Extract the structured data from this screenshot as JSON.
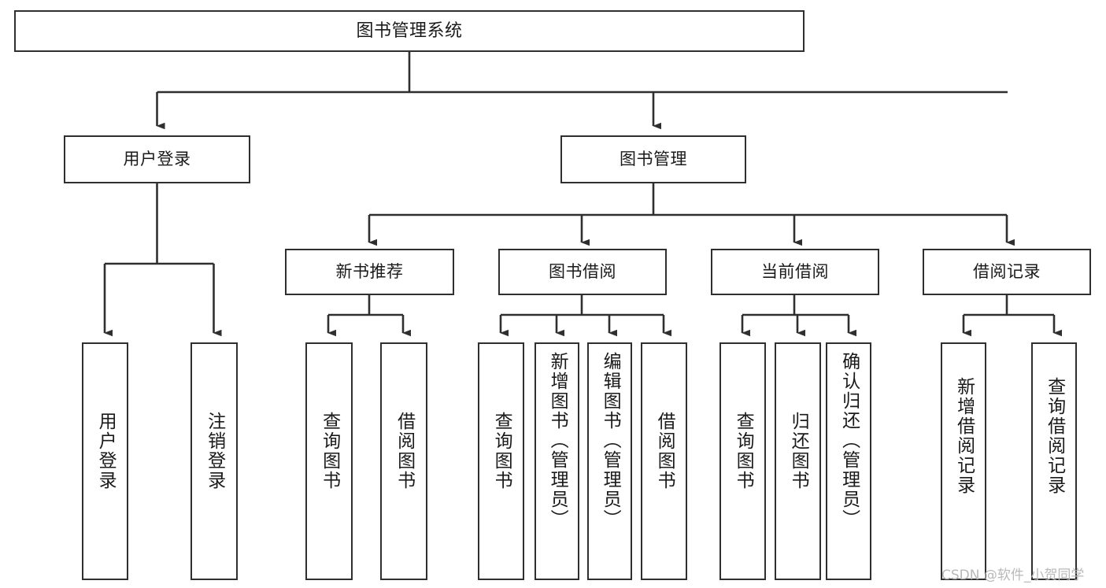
{
  "diagram": {
    "title": "图书管理系统",
    "type": "tree-hierarchy-diagram",
    "colors": {
      "box_border": "#2f2f2f",
      "box_fill": "#ffffff",
      "connector": "#2f2f2f",
      "background": "#ffffff",
      "watermark": "#b9b9b9"
    },
    "root": {
      "id": "root",
      "label": "图书管理系统"
    },
    "level2": [
      {
        "id": "user-login",
        "label": "用户登录"
      },
      {
        "id": "book-management",
        "label": "图书管理"
      }
    ],
    "level3": [
      {
        "id": "new-book-recommend",
        "label": "新书推荐",
        "parent": "book-management"
      },
      {
        "id": "book-borrow",
        "label": "图书借阅",
        "parent": "book-management"
      },
      {
        "id": "current-borrow",
        "label": "当前借阅",
        "parent": "book-management"
      },
      {
        "id": "borrow-record",
        "label": "借阅记录",
        "parent": "book-management"
      }
    ],
    "leaves": [
      {
        "id": "leaf-user-login",
        "label": "用户登录",
        "parent": "user-login"
      },
      {
        "id": "leaf-logout-login",
        "label": "注销登录",
        "parent": "user-login"
      },
      {
        "id": "leaf-query-book-1",
        "label": "查询图书",
        "parent": "new-book-recommend"
      },
      {
        "id": "leaf-borrow-book-1",
        "label": "借阅图书",
        "parent": "new-book-recommend"
      },
      {
        "id": "leaf-query-book-2",
        "label": "查询图书",
        "parent": "book-borrow"
      },
      {
        "id": "leaf-add-book",
        "label": "新增图书（管理员）",
        "parent": "book-borrow"
      },
      {
        "id": "leaf-edit-book",
        "label": "编辑图书（管理员）",
        "parent": "book-borrow"
      },
      {
        "id": "leaf-borrow-book-2",
        "label": "借阅图书",
        "parent": "book-borrow"
      },
      {
        "id": "leaf-query-book-3",
        "label": "查询图书",
        "parent": "current-borrow"
      },
      {
        "id": "leaf-return-book",
        "label": "归还图书",
        "parent": "current-borrow"
      },
      {
        "id": "leaf-confirm-return",
        "label": "确认归还（管理员）",
        "parent": "current-borrow"
      },
      {
        "id": "leaf-add-borrow-record",
        "label": "新增借阅记录",
        "parent": "borrow-record"
      },
      {
        "id": "leaf-query-borrow-record",
        "label": "查询借阅记录",
        "parent": "borrow-record"
      }
    ],
    "watermark": "CSDN @软件_小贺同学"
  }
}
